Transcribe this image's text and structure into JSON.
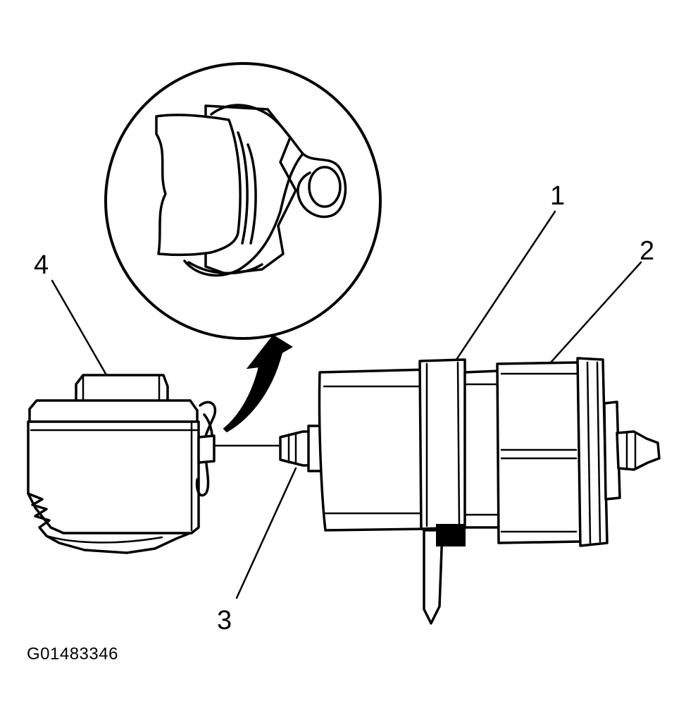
{
  "figure_id": "G01483346",
  "callouts": [
    {
      "id": "1",
      "label": "1"
    },
    {
      "id": "2",
      "label": "2"
    },
    {
      "id": "3",
      "label": "3"
    },
    {
      "id": "4",
      "label": "4"
    }
  ]
}
